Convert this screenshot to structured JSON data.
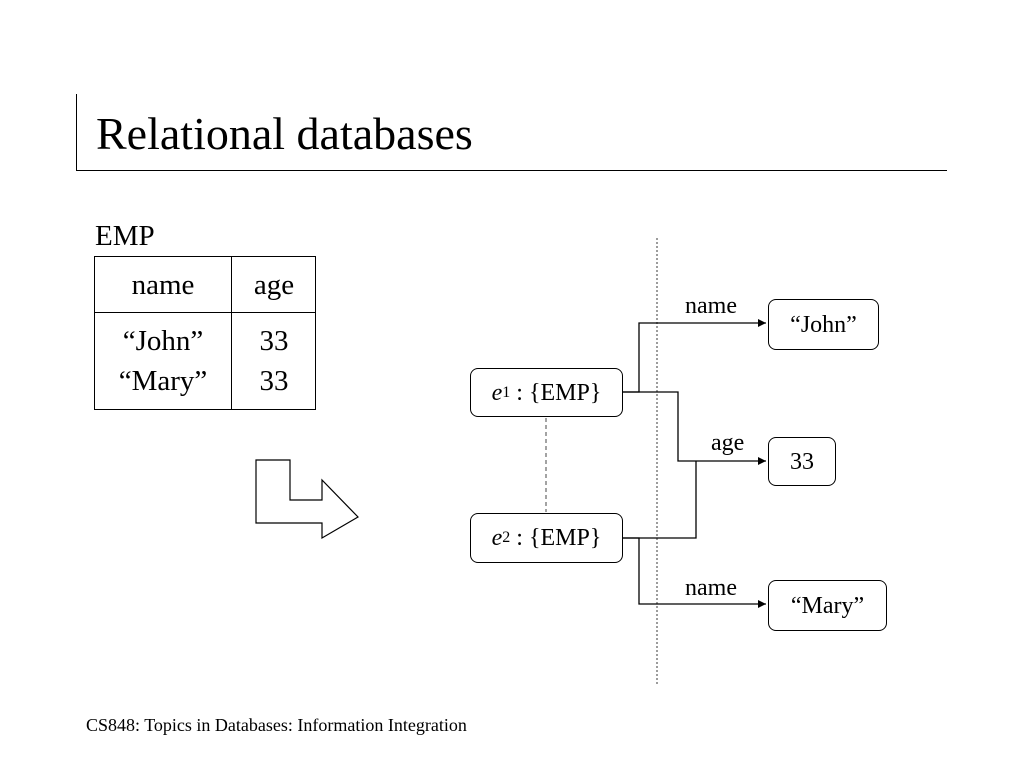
{
  "slide": {
    "title": "Relational databases",
    "footer": "CS848: Topics in Databases: Information Integration"
  },
  "table": {
    "name": "EMP",
    "columns": [
      "name",
      "age"
    ],
    "rows": [
      [
        "“John”",
        "33"
      ],
      [
        "“Mary”",
        "33"
      ]
    ]
  },
  "graph": {
    "nodes": {
      "e1": {
        "var": "e",
        "sub": "1",
        "rest": ": {EMP}"
      },
      "e2": {
        "var": "e",
        "sub": "2",
        "rest": ": {EMP}"
      },
      "john": "“John”",
      "age_value": "33",
      "mary": "“Mary”"
    },
    "edges": {
      "e1_name": "name",
      "age": "age",
      "e2_name": "name"
    }
  }
}
